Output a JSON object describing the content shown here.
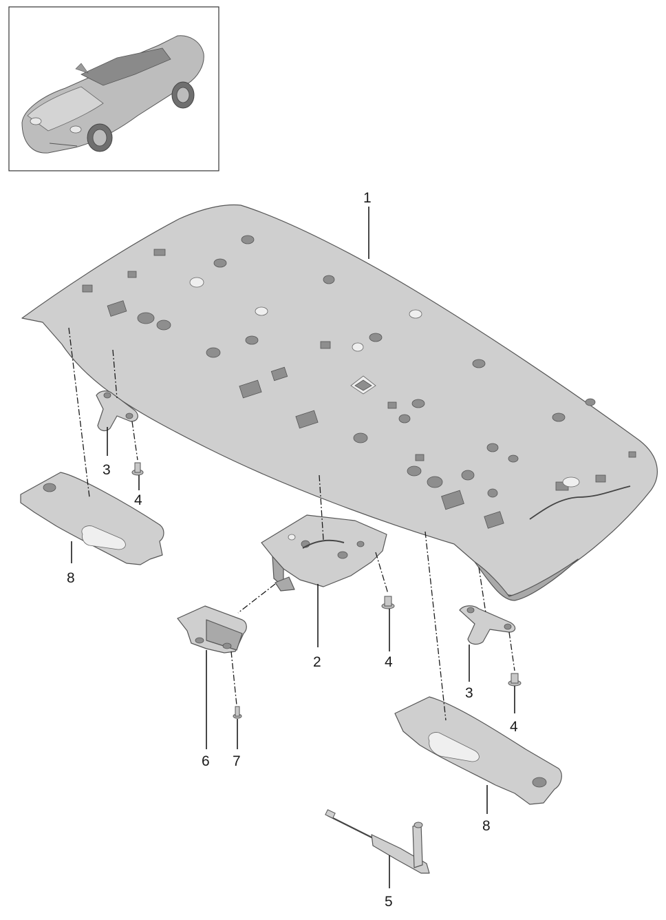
{
  "diagram": {
    "callouts": {
      "c1": "1",
      "c2": "2",
      "c3a": "3",
      "c3b": "3",
      "c4a": "4",
      "c4b": "4",
      "c4c": "4",
      "c5": "5",
      "c6": "6",
      "c7": "7",
      "c8a": "8",
      "c8b": "8"
    }
  }
}
